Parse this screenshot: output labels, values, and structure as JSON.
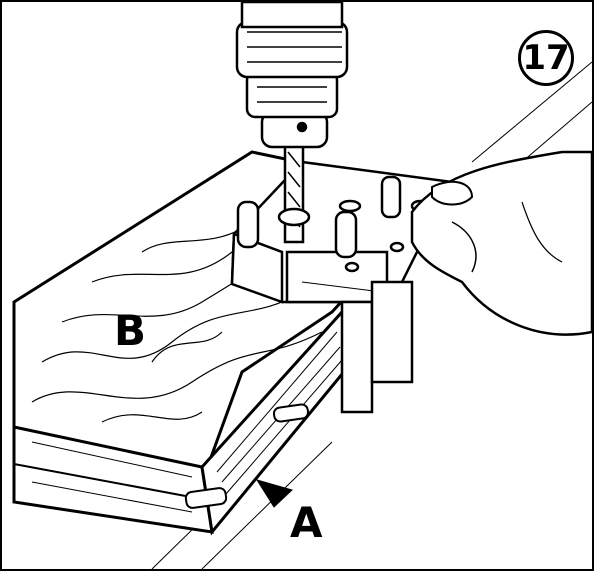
{
  "step_number": "17",
  "labels": {
    "b": "B",
    "a": "A"
  },
  "icons": {
    "step_badge": "circled-number",
    "pointer": "arrowhead-icon"
  },
  "colors": {
    "ink": "#000000",
    "paper": "#ffffff"
  }
}
